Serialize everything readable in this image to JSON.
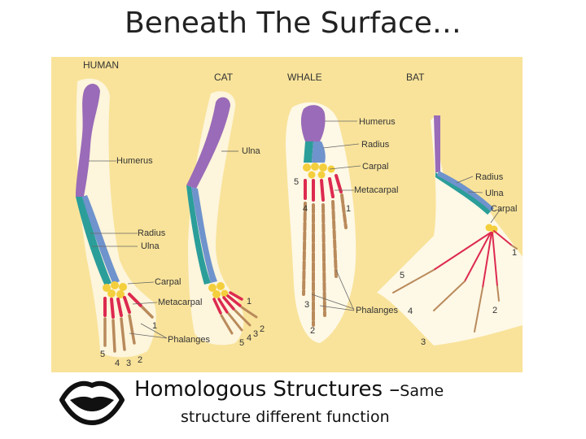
{
  "title": "Beneath The Surface…",
  "diagram": {
    "animals": {
      "human": "HUMAN",
      "cat": "CAT",
      "whale": "WHALE",
      "bat": "BAT"
    },
    "labels": {
      "human_humerus": "Humerus",
      "human_radius": "Radius",
      "human_ulna": "Ulna",
      "human_carpal": "Carpal",
      "human_metacarpal": "Metacarpal",
      "human_phalanges": "Phalanges",
      "cat_ulna": "Ulna",
      "whale_humerus": "Humerus",
      "whale_radius": "Radius",
      "whale_carpal": "Carpal",
      "whale_metacarpal": "Metacarpal",
      "whale_phalanges": "Phalanges",
      "bat_radius": "Radius",
      "bat_ulna": "Ulna",
      "bat_carpal": "Carpal"
    },
    "digits": {
      "human": [
        "5",
        "4",
        "3",
        "2",
        "1"
      ],
      "cat": [
        "1",
        "2",
        "3",
        "4",
        "5"
      ],
      "whale": [
        "5",
        "4",
        "1",
        "3",
        "2"
      ],
      "bat": [
        "1",
        "2",
        "3",
        "4",
        "5"
      ]
    },
    "colors": {
      "background": "#f9e39a",
      "humerus": "#9a6bb8",
      "radius": "#6f93cc",
      "ulna": "#2b9e9a",
      "carpal": "#f4cf3d",
      "metacarpal": "#dd2a4f",
      "phalanges": "#b98a5b"
    }
  },
  "caption": {
    "main": "Homologous Structures –",
    "small": "Same",
    "line2": "structure different function"
  },
  "icons": {
    "logo": "lips-icon"
  }
}
